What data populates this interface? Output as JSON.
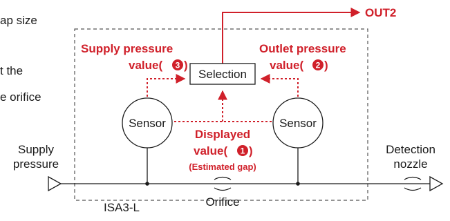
{
  "colors": {
    "accent": "#d0202a",
    "line": "#1a1a1a",
    "dashed_border": "#555555"
  },
  "left_text_fragments": [
    "ap size",
    "t the",
    "e orifice"
  ],
  "out2_label": "OUT2",
  "supply_pressure_value": {
    "line1": "Supply pressure",
    "line2": "value(",
    "badge": "3",
    "close": ")"
  },
  "outlet_pressure_value": {
    "line1": "Outlet pressure",
    "line2": "value(",
    "badge": "2",
    "close": ")"
  },
  "selection_label": "Selection",
  "sensor_left_label": "Sensor",
  "sensor_right_label": "Sensor",
  "displayed_value": {
    "line1": "Displayed",
    "line2": "value(",
    "badge": "1",
    "close": ")",
    "line3": "(Estimated gap)"
  },
  "supply_pressure_label": [
    "Supply",
    "pressure"
  ],
  "detection_nozzle_label": [
    "Detection",
    "nozzle"
  ],
  "orifice_label": "Orifice",
  "device_label": "ISA3-L"
}
